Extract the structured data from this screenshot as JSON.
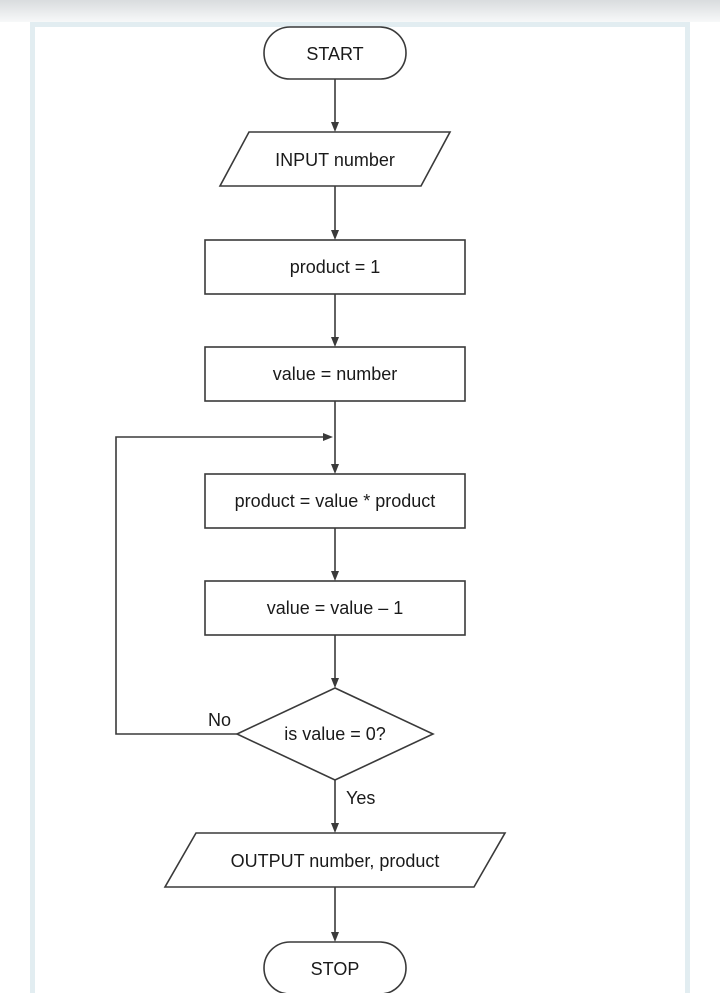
{
  "flowchart": {
    "start": "START",
    "input": "INPUT number",
    "step_product_init": "product = 1",
    "step_value_init": "value = number",
    "step_multiply": "product = value * product",
    "step_decrement": "value = value – 1",
    "decision": "is value = 0?",
    "label_no": "No",
    "label_yes": "Yes",
    "output": "OUTPUT number, product",
    "stop": "STOP"
  }
}
